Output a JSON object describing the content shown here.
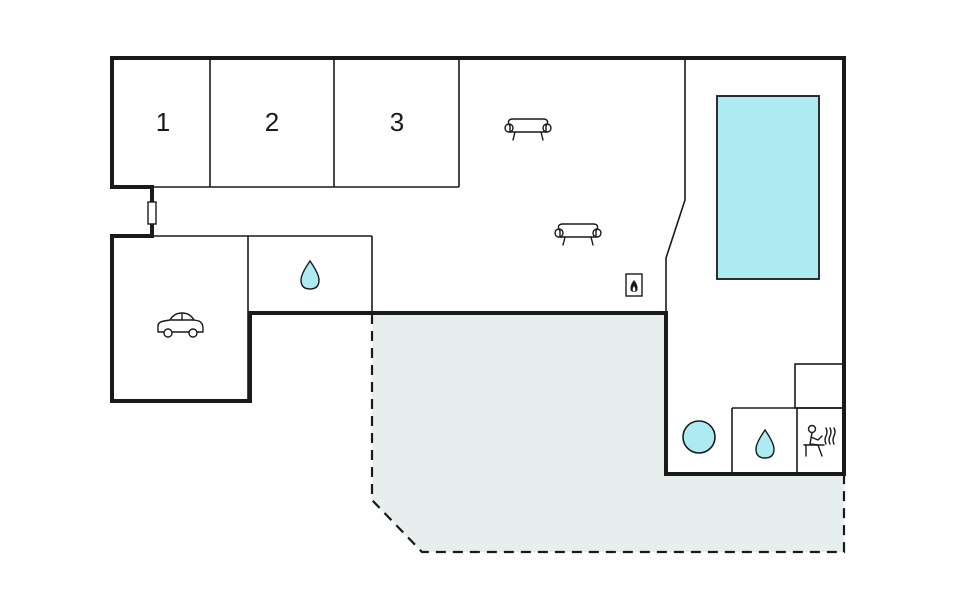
{
  "floorplan": {
    "rooms": [
      {
        "label": "1",
        "type": "bedroom"
      },
      {
        "label": "2",
        "type": "bedroom"
      },
      {
        "label": "3",
        "type": "bedroom"
      }
    ],
    "icons": {
      "sofa": "sofa-icon",
      "fireplace": "fireplace-icon",
      "car": "car-icon",
      "water_drop": "water-drop-icon",
      "hot_tub": "hot-tub-icon",
      "sauna": "sauna-icon"
    },
    "colors": {
      "walls": "#1a1a1a",
      "pool": "#aeeaf2",
      "terrace": "#e8eded",
      "hot_tub": "#aeeaf2",
      "water_drop": "#aeeaf2"
    }
  }
}
